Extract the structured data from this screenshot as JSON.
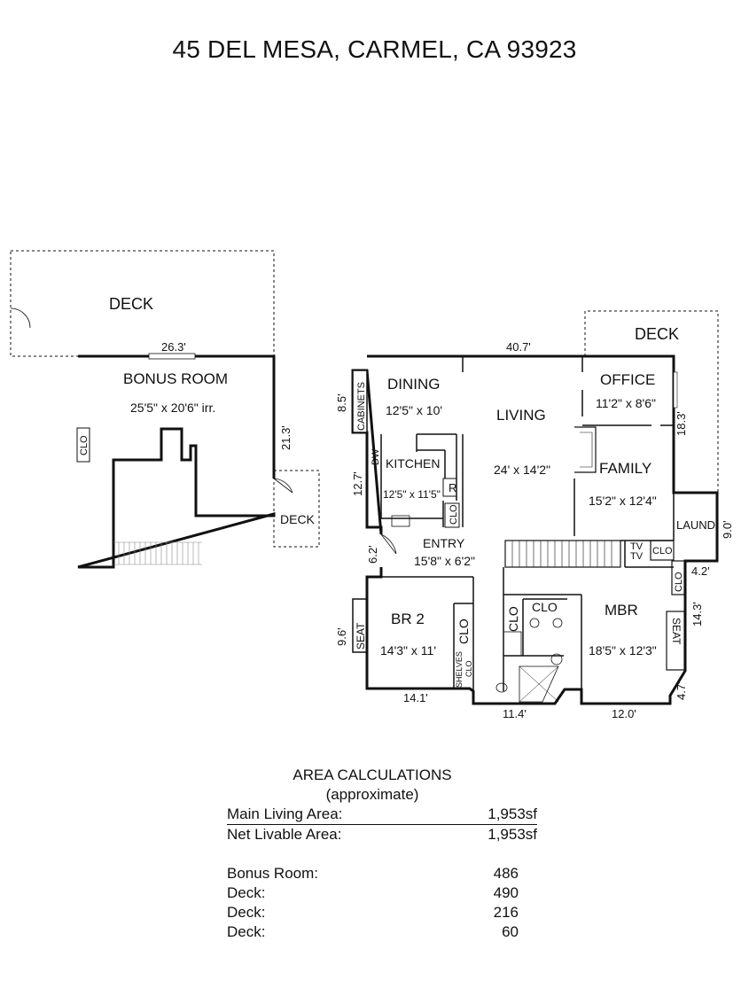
{
  "title": "45 DEL MESA, CARMEL, CA  93923",
  "plan_labels": {
    "deck_upper": "DECK",
    "dim_26": "26.3'",
    "bonus_room": "BONUS ROOM",
    "bonus_room_size": "25'5\" x 20'6\" irr.",
    "clo_bonus": "CLO",
    "dim_21": "21.3'",
    "deck_small": "DECK",
    "dim_40": "40.7'",
    "deck_right": "DECK",
    "dining": "DINING",
    "dining_size": "12'5\" x 10'",
    "living": "LIVING",
    "living_size": "24' x 14'2\"",
    "office": "OFFICE",
    "office_size": "11'2\" x 8'6\"",
    "dim_18": "18.3'",
    "family": "FAMILY",
    "family_size": "15'2\" x 12'4\"",
    "cabinets": "CABINETS",
    "dim_8_5": "8.5'",
    "dw": "DW",
    "kitchen": "KITCHEN",
    "kitchen_size": "12'5\" x 11'5\"",
    "r": "R",
    "clo_kitchen": "CLO",
    "dim_12_7": "12.7'",
    "entry": "ENTRY",
    "entry_size": "15'8\" x 6'2\"",
    "dim_6_2": "6.2'",
    "laund": "LAUND",
    "dim_9": "9.0'",
    "tv1": "TV",
    "tv2": "TV",
    "clo_laund": "CLO",
    "dim_4_2": "4.2'",
    "clo_mbr_side": "CLO",
    "br2": "BR 2",
    "br2_size": "14'3\" x 11'",
    "seat_left": "SEAT",
    "dim_9_6": "9.6'",
    "clo_br2": "CLO",
    "clo_hall": "CLO",
    "shelves": "SHELVES",
    "clo_small": "CLO",
    "clo_bath": "CLO",
    "mbr": "MBR",
    "mbr_size": "18'5\" x 12'3\"",
    "seat_right": "SEAT",
    "dim_14_3": "14.3'",
    "dim_4_7": "4.7'",
    "dim_14_1": "14.1'",
    "dim_11_4": "11.4'",
    "dim_12_0": "12.0'"
  },
  "area": {
    "title": "AREA CALCULATIONS",
    "subtitle": "(approximate)",
    "main": [
      {
        "label": "Main Living Area:",
        "value": "1,953sf"
      },
      {
        "label": "Net Livable Area:",
        "value": "1,953sf"
      }
    ],
    "other": [
      {
        "label": "Bonus Room:",
        "value": "486"
      },
      {
        "label": "Deck:",
        "value": "490"
      },
      {
        "label": "Deck:",
        "value": "216"
      },
      {
        "label": "Deck:",
        "value": "60"
      }
    ]
  }
}
